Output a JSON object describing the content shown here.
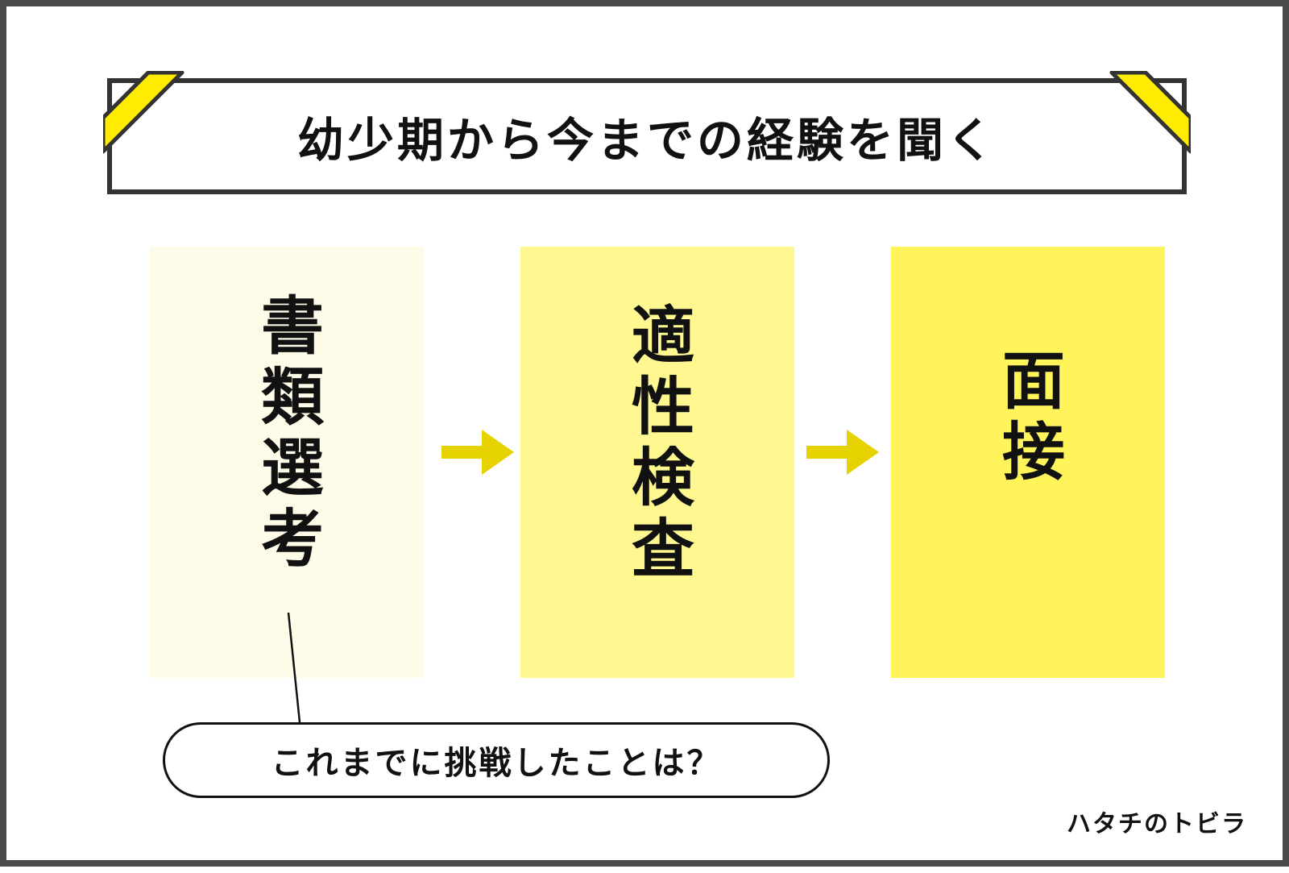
{
  "title": "幼少期から今までの経験を聞く",
  "steps": [
    {
      "label": "書類選考"
    },
    {
      "label": "適性検査"
    },
    {
      "label": "面接"
    }
  ],
  "callout": {
    "text": "これまでに挑戦したことは？"
  },
  "logo": {
    "text": "ハタチのトビラ"
  },
  "colors": {
    "accent": "#ffec00",
    "arrow": "#e6d200",
    "step_1_fill": "#fffbe9",
    "step_2_fill": "#fff78f",
    "step_3_fill": "#fff55a",
    "frame": "#4a4a4a",
    "ink": "#111111"
  }
}
